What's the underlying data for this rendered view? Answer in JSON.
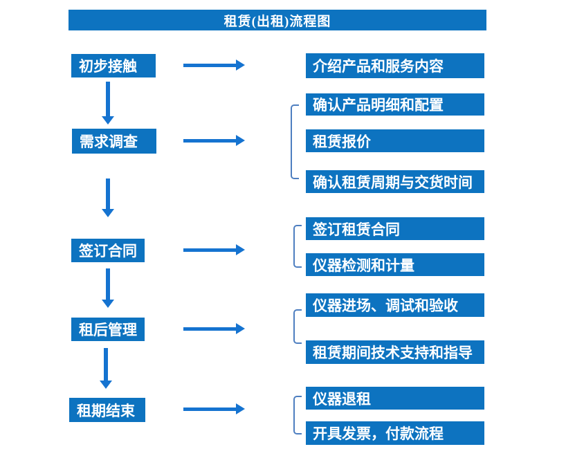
{
  "title": "租赁(出租)流程图",
  "colors": {
    "box_blue": "#0d73c0",
    "arrow_blue": "#1573d0",
    "bracket_blue": "#4d7ec0",
    "text_white": "#ffffff",
    "background": "#ffffff"
  },
  "flow": [
    {
      "step": "初步接触",
      "details": [
        "介绍产品和服务内容"
      ]
    },
    {
      "step": "需求调查",
      "details": [
        "确认产品明细和配置",
        "租赁报价",
        "确认租赁周期与交货时间"
      ]
    },
    {
      "step": "签订合同",
      "details": [
        "签订租赁合同",
        "仪器检测和计量"
      ]
    },
    {
      "step": "租后管理",
      "details": [
        "仪器进场、调试和验收",
        "租赁期间技术支持和指导"
      ]
    },
    {
      "step": "租期结束",
      "details": [
        "仪器退租",
        "开具发票，付款流程"
      ]
    }
  ]
}
